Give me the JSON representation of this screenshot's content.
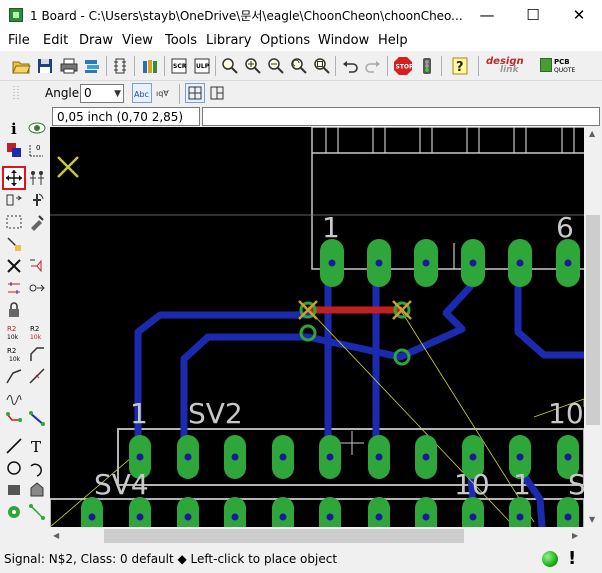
{
  "window": {
    "title": "1 Board - C:\\Users\\stayb\\OneDrive\\문서\\eagle\\ChoonCheon\\choonCheo...",
    "minimize_glyph": "—",
    "maximize_glyph": "☐",
    "close_glyph": "✕"
  },
  "menu": {
    "items": [
      "File",
      "Edit",
      "Draw",
      "View",
      "Tools",
      "Library",
      "Options",
      "Window",
      "Help"
    ]
  },
  "toolbar": {
    "icons": [
      "open-folder-icon",
      "save-icon",
      "print-icon",
      "cam-processor-icon",
      "schematic-board-switch-icon",
      "library-icon",
      "script-icon",
      "ulp-icon",
      "zoom-fit-icon",
      "zoom-in-icon",
      "zoom-out-icon",
      "zoom-redraw-icon",
      "zoom-select-icon",
      "undo-icon",
      "redo-icon",
      "stop-icon",
      "go-icon",
      "help-icon"
    ],
    "design_link_top": "design",
    "design_link_bottom": "link",
    "pcb_quote_top": "PCB",
    "pcb_quote_bottom": "QUOTE"
  },
  "params": {
    "angle_label": "Angle:",
    "angle_value": "0",
    "abc_label": "Abc"
  },
  "coords": {
    "readout": "0,05 inch (0,70 2,85)"
  },
  "palette": {
    "tools": [
      "info-icon",
      "show-icon",
      "display-layers-icon",
      "mark-icon",
      "move-icon",
      "copy-icon",
      "mirror-icon",
      "rotate-icon",
      "group-icon",
      "change-icon",
      "paste-icon",
      "delete-icon",
      "add-icon",
      "pinswap-icon",
      "replace-icon",
      "lock-icon",
      "name-icon",
      "value-icon",
      "smash-icon",
      "miter-icon",
      "split-icon",
      "optimize-icon",
      "route-icon",
      "ripup-icon",
      "wire-icon",
      "text-icon",
      "circle-icon",
      "arc-icon",
      "rect-icon",
      "polygon-icon",
      "via-icon",
      "signal-icon"
    ],
    "active_tool": "move-icon"
  },
  "board": {
    "labels": {
      "pin_1_top": "1",
      "pin_6_top": "6",
      "sv2_pin_1": "1",
      "sv2_name": "SV2",
      "sv2_pin_10": "10",
      "sv4_name": "SV4",
      "sv4_pin_10": "10",
      "sv4_pin_1": "1",
      "partial_label": "S"
    },
    "colors": {
      "background": "#000000",
      "pad": "#2fa63a",
      "pad_hole": "#1a1aa0",
      "top_trace": "#c02020",
      "bottom_trace": "#1c2ab0",
      "silk": "#c8c8c8",
      "airwire": "#d4d43a",
      "origin": "#c8c83a"
    }
  },
  "status": {
    "text": "Signal: N$2, Class: 0 default  ◆ Left-click to place object",
    "indicator": "!"
  }
}
